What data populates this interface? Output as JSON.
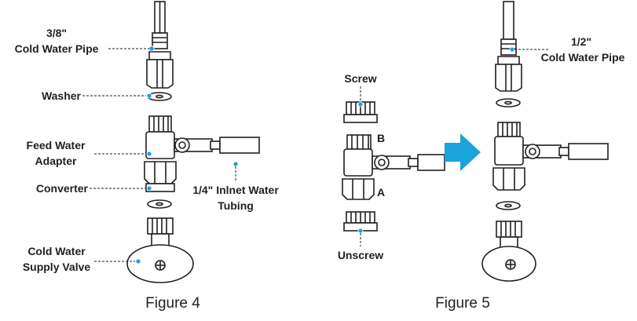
{
  "figure4": {
    "caption": "Figure 4",
    "labels": {
      "pipe_size": "3/8\"",
      "pipe_name": "Cold Water Pipe",
      "washer": "Washer",
      "adapter_line1": "Feed Water",
      "adapter_line2": "Adapter",
      "converter": "Converter",
      "tubing_line1": "1/4\" Inlnet Water",
      "tubing_line2": "Tubing",
      "valve_line1": "Cold Water",
      "valve_line2": "Supply Valve"
    }
  },
  "figure5": {
    "caption": "Figure 5",
    "labels": {
      "screw": "Screw",
      "part_b": "B",
      "part_a": "A",
      "unscrew": "Unscrew",
      "pipe_size": "1/2\"",
      "pipe_name": "Cold Water Pipe"
    }
  },
  "colors": {
    "marker_dot": "#1aa3dc",
    "arrow": "#1aa3dc",
    "line": "#231f20"
  },
  "icons": {
    "direction_arrow": "right-arrow-icon"
  }
}
